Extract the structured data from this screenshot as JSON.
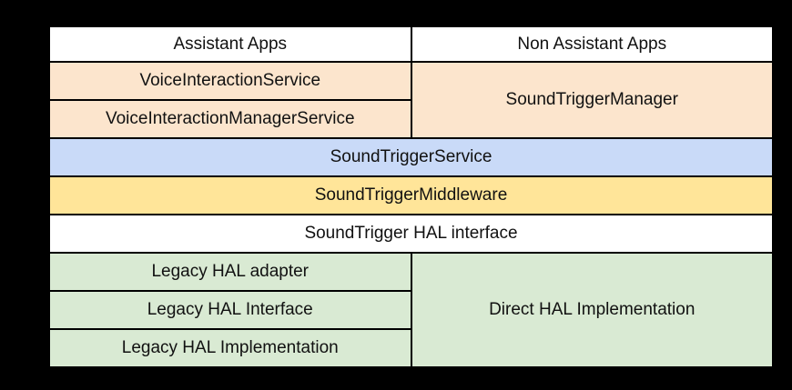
{
  "colors": {
    "background": "#000000",
    "border": "#000000",
    "text": "#111111",
    "white": "#ffffff",
    "peach": "#fce5cd",
    "blue": "#c9daf8",
    "yellow": "#ffe599",
    "green": "#d9ead3"
  },
  "diagram": {
    "cells": {
      "assistant_apps": "Assistant Apps",
      "non_assistant_apps": "Non Assistant Apps",
      "voice_interaction_service": "VoiceInteractionService",
      "voice_interaction_manager_service": "VoiceInteractionManagerService",
      "sound_trigger_manager": "SoundTriggerManager",
      "sound_trigger_service": "SoundTriggerService",
      "sound_trigger_middleware": "SoundTriggerMiddleware",
      "sound_trigger_hal_interface": "SoundTrigger HAL interface",
      "legacy_hal_adapter": "Legacy HAL adapter",
      "legacy_hal_interface": "Legacy HAL Interface",
      "legacy_hal_implementation": "Legacy HAL Implementation",
      "direct_hal_implementation": "Direct HAL Implementation"
    }
  }
}
